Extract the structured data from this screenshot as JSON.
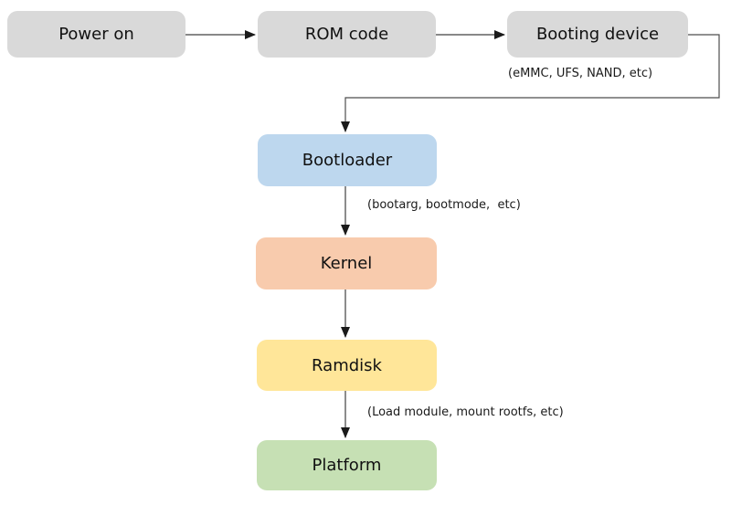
{
  "diagram": {
    "type": "flowchart",
    "background": "#ffffff",
    "line_color": "#404040",
    "text_color": "#111111",
    "nodes": {
      "power_on": {
        "label": "Power on",
        "fill": "#d9d9d9"
      },
      "rom_code": {
        "label": "ROM code",
        "fill": "#d9d9d9"
      },
      "booting_device": {
        "label": "Booting device",
        "fill": "#d9d9d9"
      },
      "bootloader": {
        "label": "Bootloader",
        "fill": "#bdd7ee"
      },
      "kernel": {
        "label": "Kernel",
        "fill": "#f8cbad"
      },
      "ramdisk": {
        "label": "Ramdisk",
        "fill": "#ffe699"
      },
      "platform": {
        "label": "Platform",
        "fill": "#c6e0b4"
      }
    },
    "annotations": {
      "booting_device_note": "(eMMC, UFS, NAND, etc)",
      "bootloader_note": "(bootarg, bootmode,  etc)",
      "ramdisk_note": "(Load module, mount rootfs, etc)"
    },
    "edges": [
      {
        "from": "power_on",
        "to": "rom_code"
      },
      {
        "from": "rom_code",
        "to": "booting_device"
      },
      {
        "from": "booting_device",
        "to": "bootloader"
      },
      {
        "from": "bootloader",
        "to": "kernel"
      },
      {
        "from": "kernel",
        "to": "ramdisk"
      },
      {
        "from": "ramdisk",
        "to": "platform"
      }
    ]
  }
}
